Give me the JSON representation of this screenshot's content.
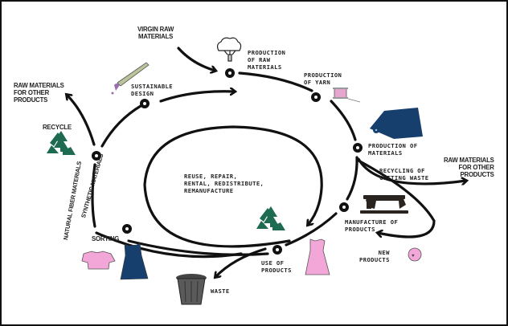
{
  "diagram": {
    "title": "Circular fashion / textile lifecycle",
    "colors": {
      "stroke": "#111111",
      "recycle_green": "#1e6b52",
      "denim_blue": "#173f6e",
      "pink": "#f3a6d8",
      "bin_gray": "#5a5a5a",
      "brush_olive": "#b9c49a"
    },
    "nodes": {
      "virgin_raw": "VIRGIN RAW\nMATERIALS",
      "prod_raw": "PRODUCTION\nOF RAW\nMATERIALS",
      "prod_yarn": "PRODUCTION\nOF YARN",
      "prod_materials": "PRODUCTION OF\nMATERIALS",
      "recycling_cutting": "RECYCLING OF\nCUTTING WASTE",
      "raw_other_right": "RAW MATERIALS\nFOR OTHER\nPRODUCTS",
      "manufacture": "MANUFACTURE OF\nPRODUCTS",
      "new_products": "NEW\nPRODUCTS",
      "use": "USE OF\nPRODUCTS",
      "waste": "WASTE",
      "sorting": "SORTING",
      "recycle": "RECYCLE",
      "raw_other_left": "RAW MATERIALS\nFOR OTHER\nPRODUCTS",
      "sustainable": "SUSTAINABLE\nDESIGN",
      "inner_loop": "REUSE, REPAIR,\nRENTAL, REDISTRIBUTE,\nREMANUFACTURE",
      "natural_fiber": "NATURAL FIBER MATERIALS",
      "synthetic": "SYNTHETIC MATERIALS"
    },
    "icons": [
      "cotton-plant-icon",
      "yarn-spool-icon",
      "fabric-roll-icon",
      "sewing-machine-icon",
      "button-icon",
      "dress-icon",
      "t-shirt-icon",
      "trash-bin-icon",
      "recycle-icon",
      "paintbrush-icon"
    ]
  }
}
